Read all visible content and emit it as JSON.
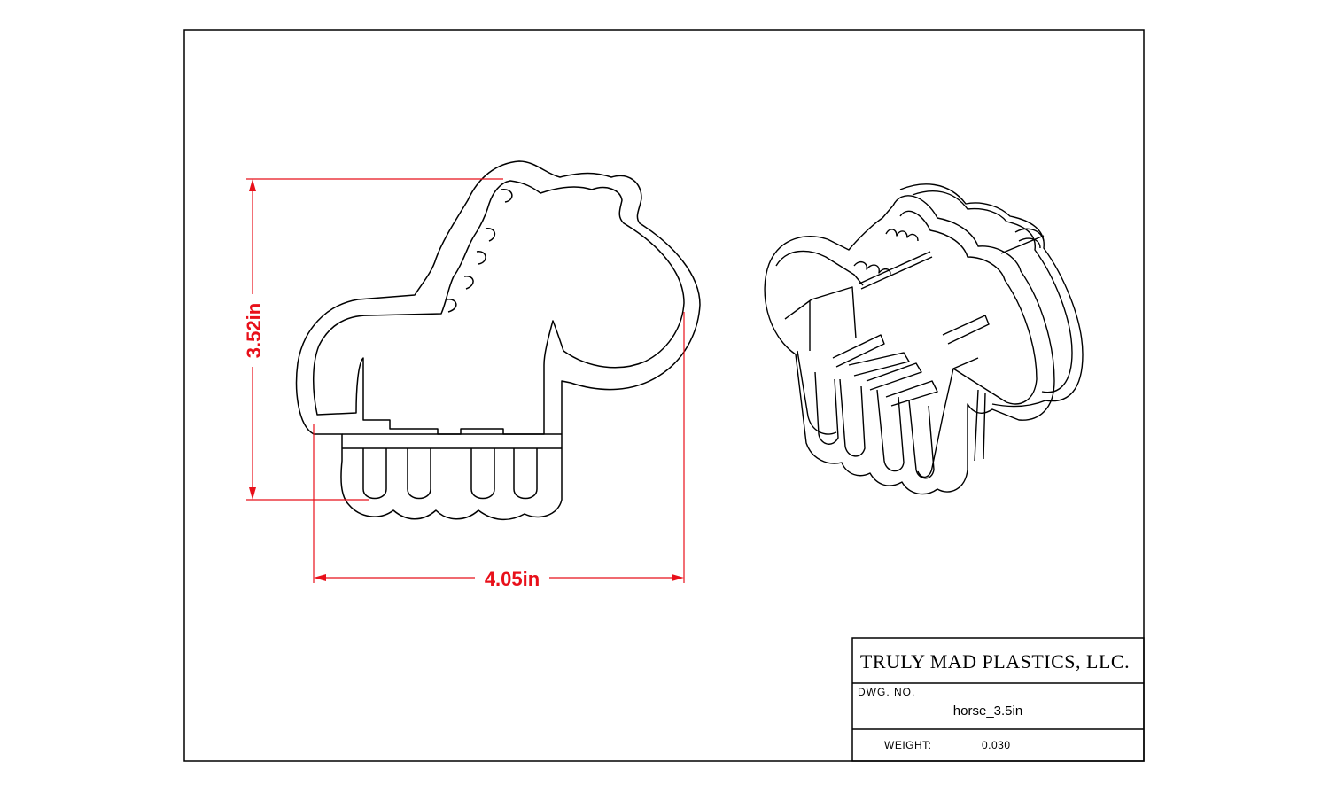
{
  "dimensions": {
    "height_label": "3.52in",
    "width_label": "4.05in",
    "color": "#e8101a"
  },
  "title_block": {
    "company": "TRULY MAD PLASTICS, LLC.",
    "dwg_no_label": "DWG.  NO.",
    "dwg_no_value": "horse_3.5in",
    "weight_label": "WEIGHT:",
    "weight_value": "0.030"
  },
  "views": {
    "front_view": "horse-outline",
    "iso_view": "horse-cutter-isometric"
  }
}
